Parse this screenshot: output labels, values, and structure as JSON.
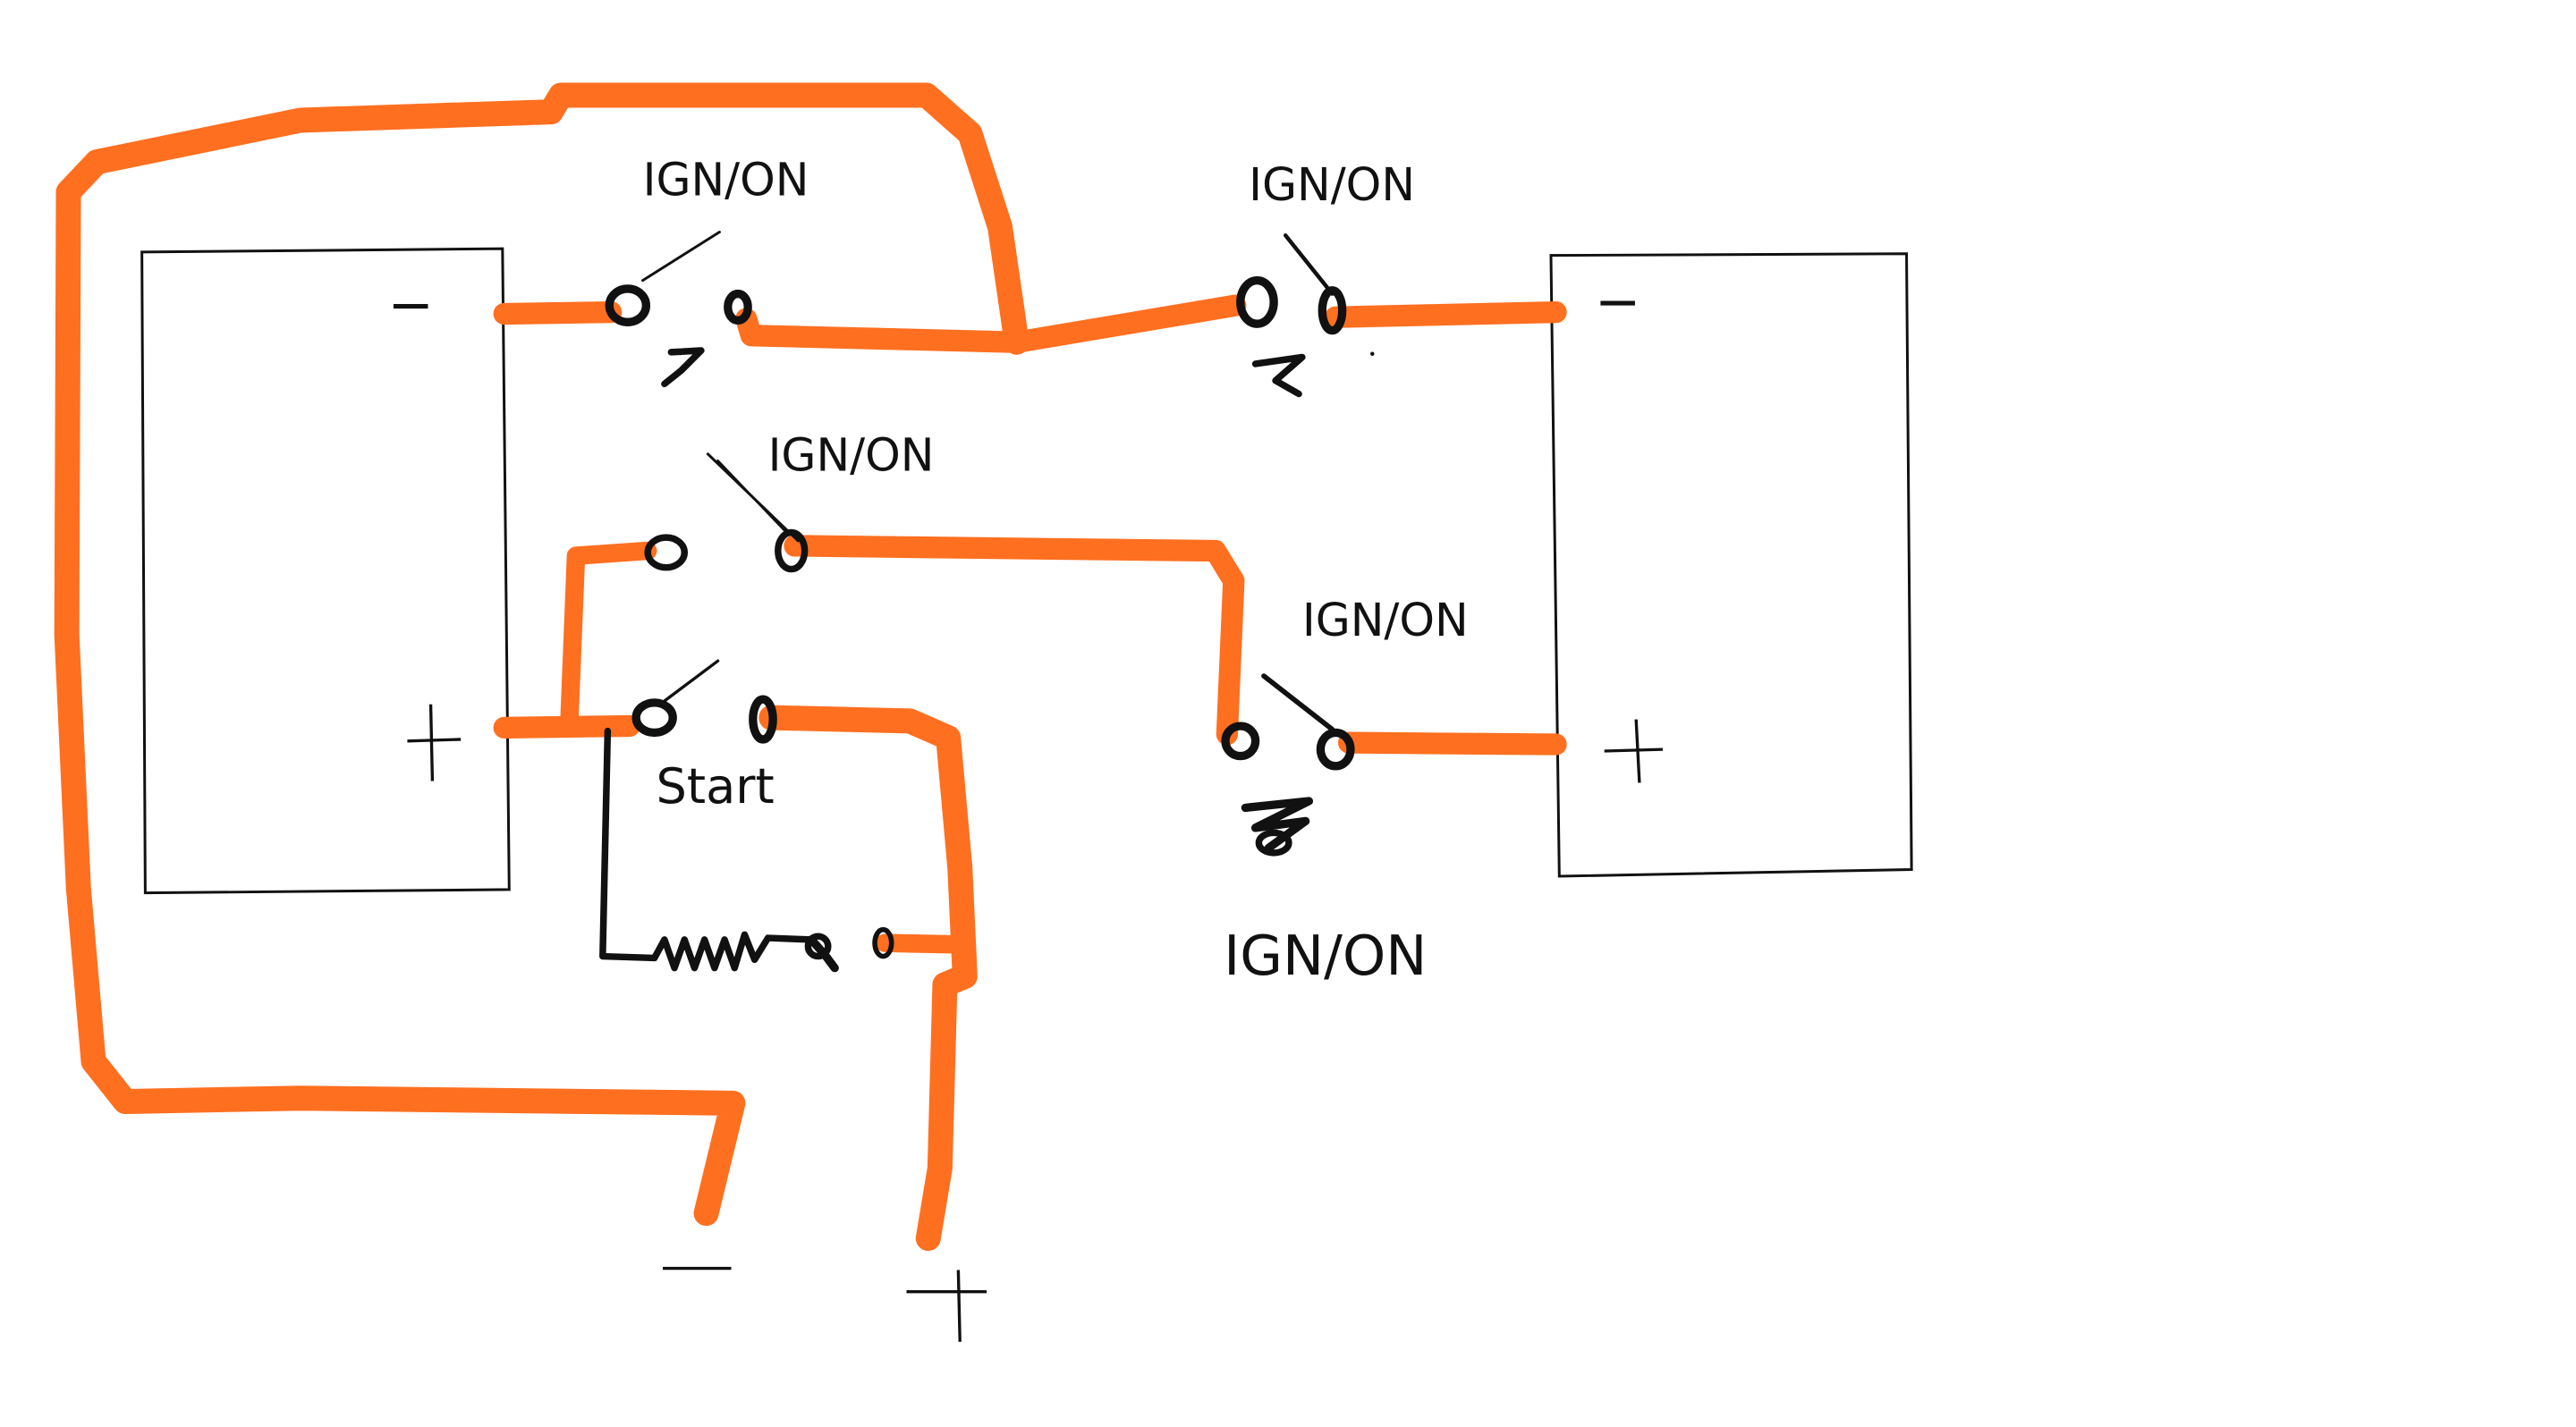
{
  "colors": {
    "wire": "#ff6f20",
    "ink": "#111111",
    "background": "#ffffff"
  },
  "labels": {
    "ign_top_left": "IGN/ON",
    "ign_top_right": "IGN/ON",
    "ign_mid": "IGN/ON",
    "ign_right": "IGN/ON",
    "ign_bottom": "IGN/ON",
    "start": "Start"
  },
  "terminals": {
    "left_battery_negative": "−",
    "left_battery_positive": "+",
    "right_battery_negative": "−",
    "right_battery_positive": "+",
    "output_negative": "−",
    "output_positive": "+"
  }
}
